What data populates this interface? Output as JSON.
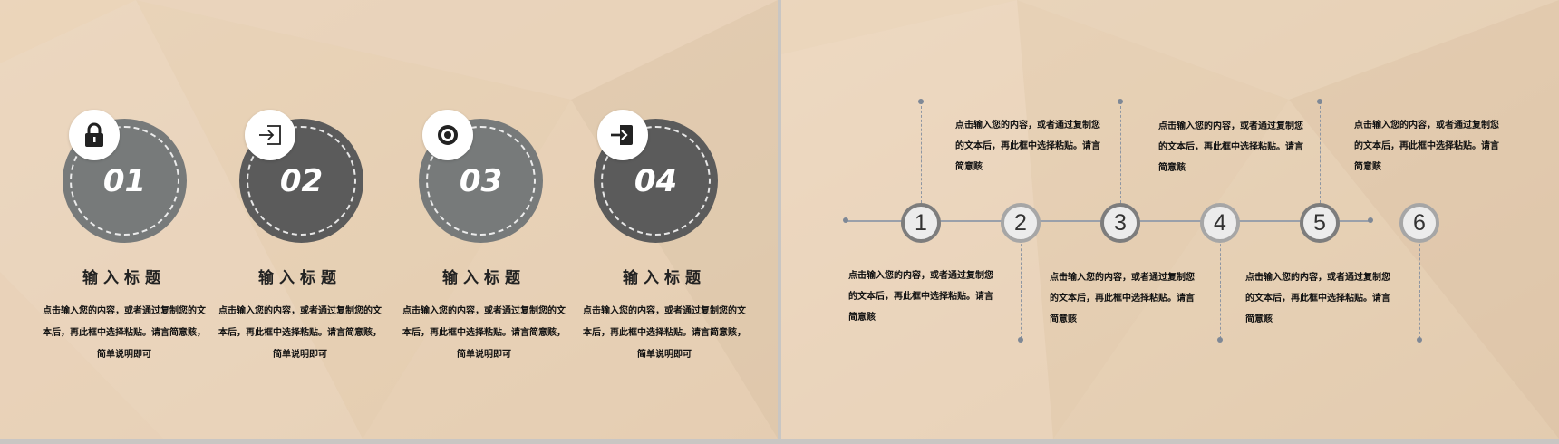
{
  "colors": {
    "bg_light": "#f0ddc6",
    "bg_dark": "#d8c0a4",
    "circle_light": "#777a7a",
    "circle_dark": "#5b5b5b",
    "timeline": "#9aa0aa"
  },
  "left_slide": {
    "steps": [
      {
        "number": "01",
        "icon": "lock-icon",
        "title": "输入标题",
        "desc": "点击输入您的内容，或者通过复制您的文本后，再此框中选择粘贴。请言简意赅，简单说明即可"
      },
      {
        "number": "02",
        "icon": "sign-in-icon",
        "title": "输入标题",
        "desc": "点击输入您的内容，或者通过复制您的文本后，再此框中选择粘贴。请言简意赅，简单说明即可"
      },
      {
        "number": "03",
        "icon": "target-icon",
        "title": "输入标题",
        "desc": "点击输入您的内容，或者通过复制您的文本后，再此框中选择粘贴。请言简意赅，简单说明即可"
      },
      {
        "number": "04",
        "icon": "enter-icon",
        "title": "输入标题",
        "desc": "点击输入您的内容，或者通过复制您的文本后，再此框中选择粘贴。请言简意赅，简单说明即可"
      }
    ]
  },
  "right_slide": {
    "nodes": [
      "1",
      "2",
      "3",
      "4",
      "5",
      "6"
    ],
    "texts": [
      "点击输入您的内容，或者通过复制您的文本后，再此框中选择粘贴。请言简意赅",
      "点击输入您的内容，或者通过复制您的文本后，再此框中选择粘贴。请言简意赅",
      "点击输入您的内容，或者通过复制您的文本后，再此框中选择粘贴。请言简意赅",
      "点击输入您的内容，或者通过复制您的文本后，再此框中选择粘贴。请言简意赅",
      "点击输入您的内容，或者通过复制您的文本后，再此框中选择粘贴。请言简意赅",
      "点击输入您的内容，或者通过复制您的文本后，再此框中选择粘贴。请言简意赅"
    ]
  }
}
